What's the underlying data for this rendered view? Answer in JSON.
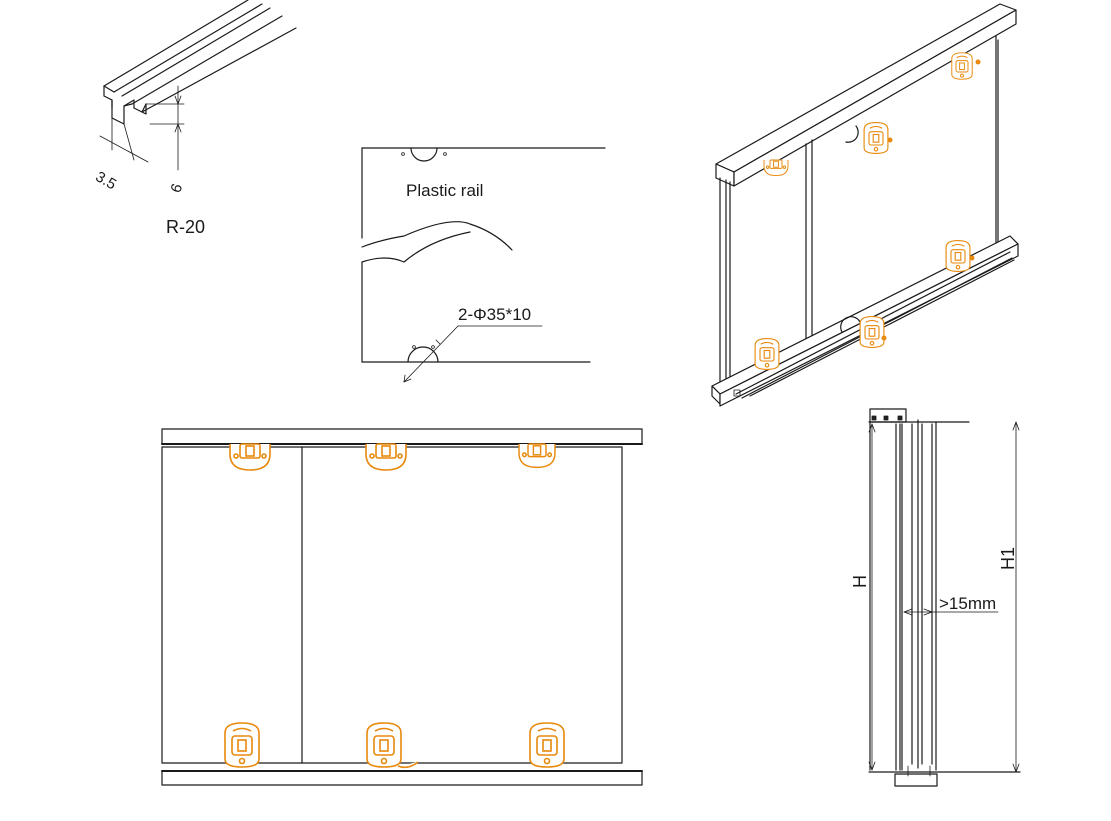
{
  "labels": {
    "profile_name": "R-20",
    "dim_width": "3.5",
    "dim_height": "6",
    "rail_label": "Plastic rail",
    "hole_spec": "2-Φ35*10",
    "dim_H": "H",
    "dim_H1": "H1",
    "clearance": ">15mm"
  },
  "colors": {
    "line": "#1a1a1a",
    "roller": "#e8890c",
    "background": "#ffffff"
  }
}
